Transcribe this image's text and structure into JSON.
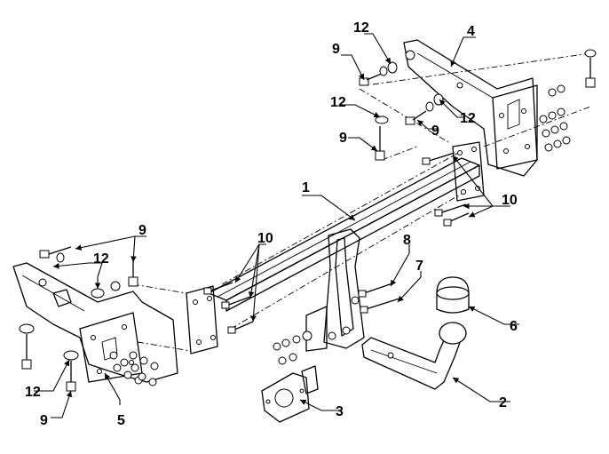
{
  "diagram": {
    "callouts": {
      "c1": "1",
      "c2": "2",
      "c3": "3",
      "c4": "4",
      "c5": "5",
      "c6": "6",
      "c7": "7",
      "c8": "8",
      "c9": "9",
      "c10": "10",
      "c12": "12"
    }
  }
}
